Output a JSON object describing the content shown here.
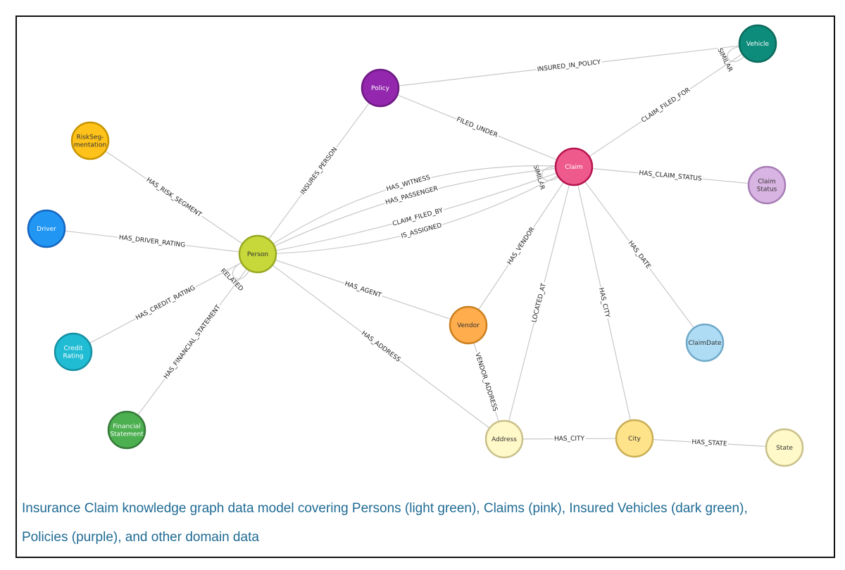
{
  "caption": {
    "line1": "Insurance Claim knowledge graph data model covering Persons (light green), Claims (pink), Insured Vehicles (dark green),",
    "line2": "Policies (purple), and other domain data"
  },
  "nodes": [
    {
      "id": "vehicle",
      "lines": [
        "Vehicle"
      ],
      "fill": "#0e8c7b",
      "stroke": "#0b6a5d",
      "text": "#ffffff"
    },
    {
      "id": "policy",
      "lines": [
        "Policy"
      ],
      "fill": "#9327ae",
      "stroke": "#6d1a82",
      "text": "#ffffff"
    },
    {
      "id": "risk",
      "lines": [
        "RiskSeg-",
        "mentation"
      ],
      "fill": "#ffc21a",
      "stroke": "#c79400",
      "text": "#333333"
    },
    {
      "id": "claim",
      "lines": [
        "Claim"
      ],
      "fill": "#ef5a8c",
      "stroke": "#b5144f",
      "text": "#ffffff"
    },
    {
      "id": "claimstatus",
      "lines": [
        "Claim",
        "Status"
      ],
      "fill": "#d8b4e2",
      "stroke": "#a77db5",
      "text": "#333333"
    },
    {
      "id": "driver",
      "lines": [
        "Driver"
      ],
      "fill": "#2196f3",
      "stroke": "#1565c0",
      "text": "#ffffff"
    },
    {
      "id": "person",
      "lines": [
        "Person"
      ],
      "fill": "#c7d93a",
      "stroke": "#98a823",
      "text": "#333333"
    },
    {
      "id": "vendor",
      "lines": [
        "Vendor"
      ],
      "fill": "#ffad4d",
      "stroke": "#cc7f1e",
      "text": "#333333"
    },
    {
      "id": "claimdate",
      "lines": [
        "ClaimDate"
      ],
      "fill": "#aedcf5",
      "stroke": "#6fa9c8",
      "text": "#333333"
    },
    {
      "id": "credit",
      "lines": [
        "Credit",
        "Rating"
      ],
      "fill": "#20bcd4",
      "stroke": "#1590a3",
      "text": "#ffffff"
    },
    {
      "id": "financial",
      "lines": [
        "Financial",
        "Statement"
      ],
      "fill": "#4caf50",
      "stroke": "#357a38",
      "text": "#ffffff"
    },
    {
      "id": "address",
      "lines": [
        "Address"
      ],
      "fill": "#fff8c8",
      "stroke": "#c9c08a",
      "text": "#333333"
    },
    {
      "id": "city",
      "lines": [
        "City"
      ],
      "fill": "#ffe38a",
      "stroke": "#c9ae55",
      "text": "#333333"
    },
    {
      "id": "state",
      "lines": [
        "State"
      ],
      "fill": "#fff8c8",
      "stroke": "#c9c08a",
      "text": "#333333"
    }
  ],
  "edges": [
    {
      "from": "policy",
      "to": "vehicle",
      "label": "INSURED_IN_POLICY"
    },
    {
      "from": "vehicle",
      "to": "vehicle",
      "label": "SIMILAR"
    },
    {
      "from": "claim",
      "to": "vehicle",
      "label": "CLAIM_FILED_FOR"
    },
    {
      "from": "policy",
      "to": "claim",
      "label": "FILED_UNDER"
    },
    {
      "from": "person",
      "to": "policy",
      "label": "INSURES_PERSON"
    },
    {
      "from": "claim",
      "to": "claim",
      "label": "SIMILAR"
    },
    {
      "from": "claim",
      "to": "claimstatus",
      "label": "HAS_CLAIM_STATUS"
    },
    {
      "from": "risk",
      "to": "person",
      "label": "HAS_RISK_SEGMENT"
    },
    {
      "from": "person",
      "to": "claim",
      "label": "HAS_WITNESS"
    },
    {
      "from": "person",
      "to": "claim",
      "label": "HAS_PASSENGER"
    },
    {
      "from": "person",
      "to": "claim",
      "label": "CLAIM_FILED_BY"
    },
    {
      "from": "person",
      "to": "claim",
      "label": "IS_ASSIGNED"
    },
    {
      "from": "driver",
      "to": "person",
      "label": "HAS_DRIVER_RATING"
    },
    {
      "from": "person",
      "to": "person",
      "label": "RELATED"
    },
    {
      "from": "credit",
      "to": "person",
      "label": "HAS_CREDIT_RATING"
    },
    {
      "from": "financial",
      "to": "person",
      "label": "HAS_FINANCIAL_STATEMENT"
    },
    {
      "from": "person",
      "to": "vendor",
      "label": "HAS_AGENT"
    },
    {
      "from": "vendor",
      "to": "claim",
      "label": "HAS_VENDOR"
    },
    {
      "from": "person",
      "to": "address",
      "label": "HAS_ADDRESS"
    },
    {
      "from": "vendor",
      "to": "address",
      "label": "VENDOR_ADDRESS"
    },
    {
      "from": "address",
      "to": "claim",
      "label": "LOCATED_AT"
    },
    {
      "from": "claim",
      "to": "city",
      "label": "HAS_CITY"
    },
    {
      "from": "claim",
      "to": "claimdate",
      "label": "HAS_DATE"
    },
    {
      "from": "address",
      "to": "city",
      "label": "HAS_CITY"
    },
    {
      "from": "city",
      "to": "state",
      "label": "HAS_STATE"
    }
  ]
}
